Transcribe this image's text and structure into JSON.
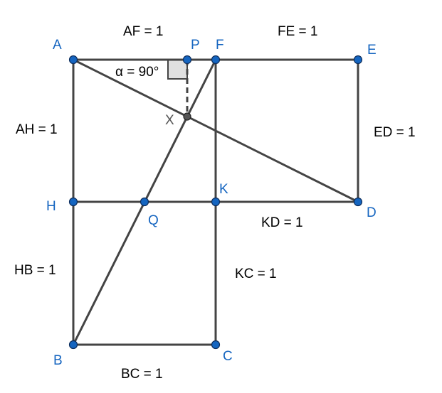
{
  "points": {
    "A": "A",
    "P": "P",
    "F": "F",
    "E": "E",
    "X": "X",
    "H": "H",
    "Q": "Q",
    "K": "K",
    "D": "D",
    "B": "B",
    "C": "C"
  },
  "lengths": {
    "AF": "AF = 1",
    "FE": "FE = 1",
    "AH": "AH = 1",
    "ED": "ED = 1",
    "KD": "KD = 1",
    "HB": "HB = 1",
    "KC": "KC = 1",
    "BC": "BC = 1"
  },
  "angle": {
    "label": "α = 90°"
  },
  "colors": {
    "point": "#1565c0",
    "segment": "#444444",
    "angle_fill": "#e0e0e0"
  }
}
